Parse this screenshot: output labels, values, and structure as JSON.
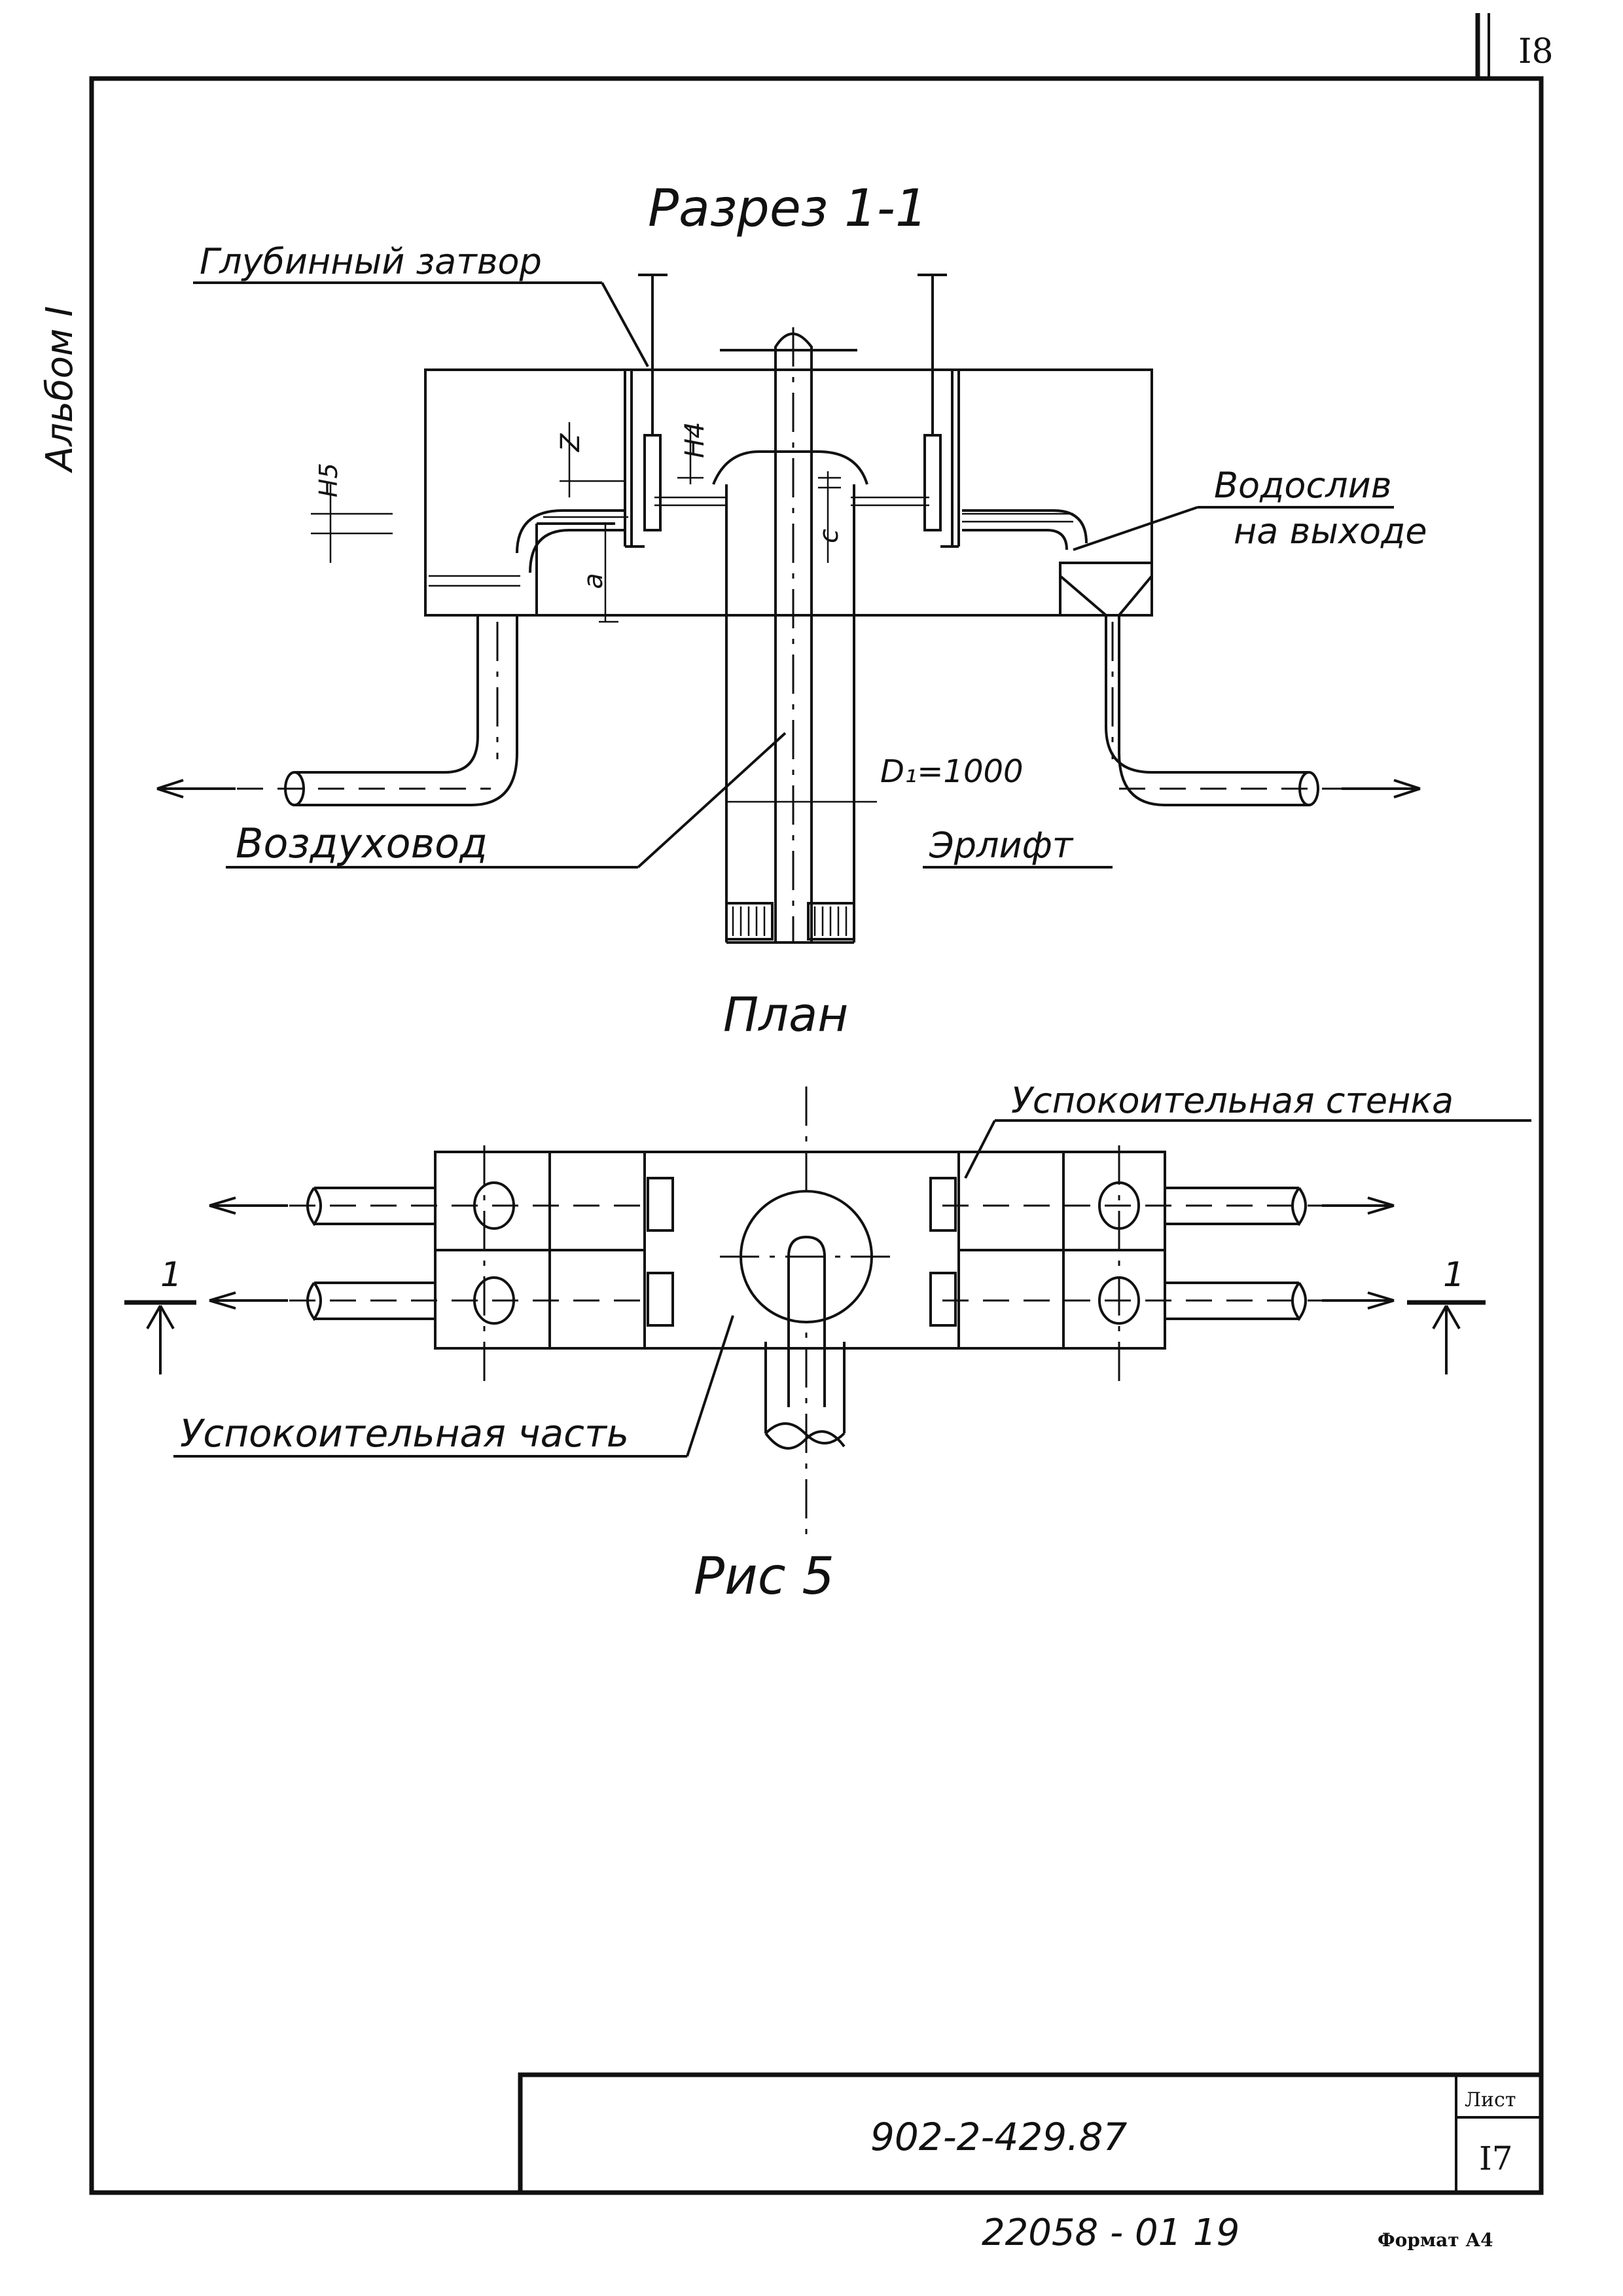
{
  "sheet": {
    "page_number": "I8",
    "album_label": "Альбом I",
    "format_label": "Формат А4",
    "bottom_code": "22058 - 01   19"
  },
  "section": {
    "title": "Разрез 1-1",
    "label_gate": "Глубинный затвор",
    "label_weir_line1": "Водослив",
    "label_weir_line2": "на выходе",
    "label_air_duct": "Воздуховод",
    "label_airlift": "Эрлифт",
    "dim_diameter": "D₁=1000",
    "dim_h5": "H5",
    "dim_h4": "H4",
    "dim_z": "Z",
    "dim_a": "a",
    "dim_c": "c"
  },
  "plan": {
    "title": "План",
    "label_calming_wall": "Успокоительная стенка",
    "label_calming_part": "Успокоительная часть",
    "cut_mark": "1"
  },
  "figure": {
    "caption": "Рис 5"
  },
  "title_block": {
    "designation": "902-2-429.87",
    "sheet_label": "Лист",
    "sheet_number": "I7"
  }
}
